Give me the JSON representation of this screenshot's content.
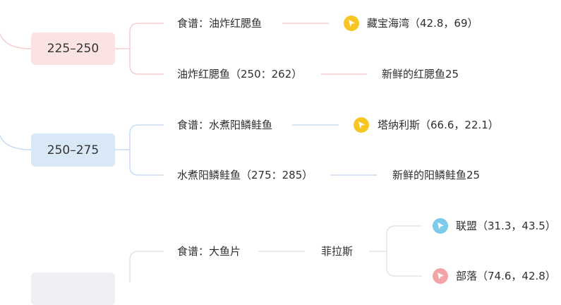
{
  "groups": [
    {
      "range": "225–250",
      "box_color": "#fbe3e3",
      "line_color": "#f2cfcf",
      "recipe": "食谱：油炸红腮鱼",
      "location": "藏宝海湾（42.8，69）",
      "location_icon": "location-flag-icon",
      "location_icon_color": "#f7c623",
      "craft": "油炸红腮鱼（250：262）",
      "craft_result": "新鲜的红腮鱼25"
    },
    {
      "range": "250–275",
      "box_color": "#d9e8f7",
      "line_color": "#c9dcf1",
      "recipe": "食谱：水煮阳鳞鲑鱼",
      "location": "塔纳利斯（66.6，22.1）",
      "location_icon": "location-flag-icon",
      "location_icon_color": "#f7c623",
      "craft": "水煮阳鳞鲑鱼（275：285）",
      "craft_result": "新鲜的阳鳞鲑鱼25"
    },
    {
      "recipe": "食谱：大鱼片",
      "vendor": "菲拉斯",
      "box_color": "#efeff3",
      "line_color": "#e4e4ea",
      "branches": [
        {
          "label": "联盟（31.3，43.5）",
          "icon": "alliance-flag-icon",
          "icon_color": "#7ccbe8"
        },
        {
          "label": "部落（74.6，42.8）",
          "icon": "horde-flag-icon",
          "icon_color": "#f4a3a6"
        }
      ]
    }
  ]
}
